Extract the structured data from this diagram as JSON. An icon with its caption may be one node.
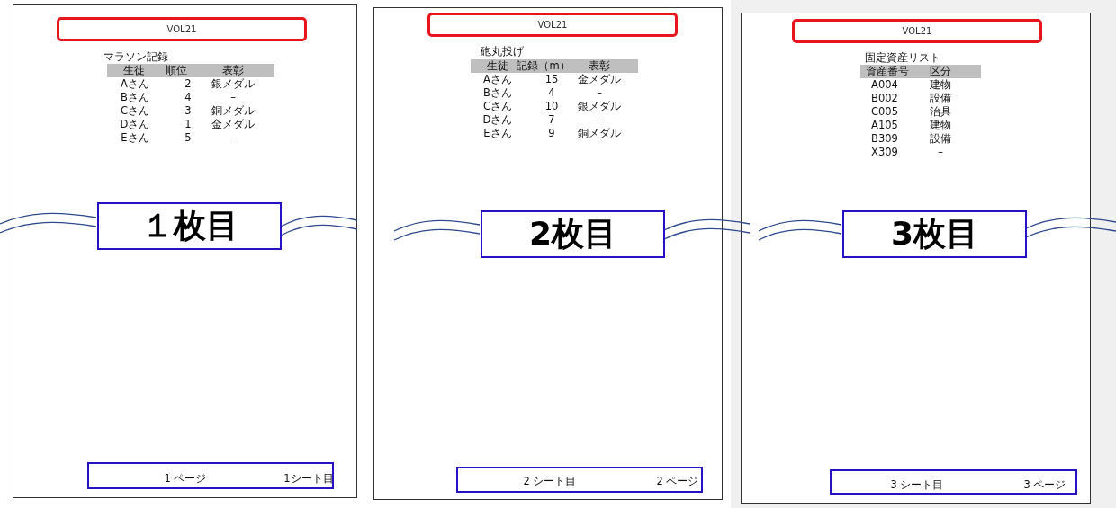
{
  "diagram": {
    "nodes": [
      {
        "text": [],
        "shape": "box"
      },
      {
        "text": [
          "VOL21"
        ],
        "in": 0
      },
      {
        "text": [
          "１枚目"
        ],
        "in": 0
      },
      {
        "text": [
          "1 ページ",
          "1シート目"
        ],
        "in": 0
      },
      {
        "text": [],
        "shape": "box"
      },
      {
        "text": [
          "VOL21"
        ],
        "in": 4
      },
      {
        "text": [
          "2枚目"
        ],
        "in": 4
      },
      {
        "text": [
          "2 シート目",
          "2 ページ"
        ],
        "in": 4
      },
      {
        "text": [],
        "shape": "box"
      },
      {
        "text": [
          "VOL21"
        ],
        "in": 8
      },
      {
        "text": [
          "3枚目"
        ],
        "in": 8
      },
      {
        "text": [
          "3 シート目",
          "3 ページ"
        ],
        "in": 8
      }
    ],
    "labels": [
      "マラソン記録",
      "生徒",
      "順位",
      "表彰",
      "Aさん",
      "2",
      "銀メダル",
      "Bさん",
      "4",
      "–",
      "Cさん",
      "3",
      "銅メダル",
      "Dさん",
      "1",
      "金メダル",
      "Eさん",
      "5",
      "–",
      "砲丸投げ",
      "生徒",
      "記録（m）",
      "表彰",
      "Aさん",
      "15",
      "金メダル",
      "Bさん",
      "4",
      "–",
      "Cさん",
      "10",
      "銀メダル",
      "Dさん",
      "7",
      "–",
      "Eさん",
      "9",
      "銅メダル",
      "固定資産リスト",
      "資産番号",
      "区分",
      "A004",
      "建物",
      "B002",
      "設備",
      "C005",
      "治具",
      "A105",
      "建物",
      "B309",
      "設備",
      "X309",
      "–"
    ]
  }
}
